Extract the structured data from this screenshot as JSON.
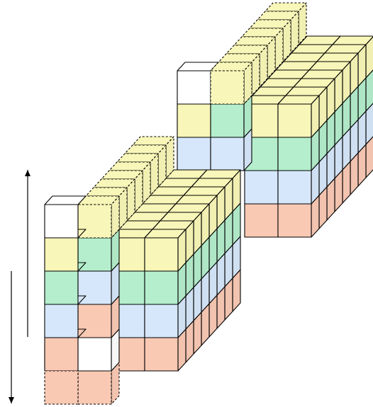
{
  "diagram": {
    "description_free": true,
    "colors": {
      "yellow": "#f8f6b8",
      "green": "#b4eecc",
      "blue": "#d6e7fb",
      "salmon": "#f9c9b4",
      "white": "#ffffff",
      "edge": "#000000"
    },
    "layer_order_bottom_to_top": [
      "salmon",
      "blue",
      "green",
      "yellow"
    ],
    "blocks": [
      {
        "name": "front-block",
        "front_column_colors_bottom_to_top": [
          "salmon",
          "blue",
          "green",
          "yellow",
          "white"
        ],
        "second_column_colors_bottom_to_top": [
          "salmon",
          "white",
          "salmon",
          "blue",
          "green",
          "yellow"
        ],
        "stacked_layers": [
          "salmon",
          "blue",
          "green",
          "yellow"
        ]
      },
      {
        "name": "back-block",
        "front_column_colors_bottom_to_top": [
          "blue",
          "yellow",
          "white"
        ],
        "second_column_colors_bottom_to_top": [
          "blue",
          "green",
          "yellow"
        ],
        "stacked_layers": [
          "salmon",
          "blue",
          "green",
          "yellow"
        ]
      }
    ],
    "arrows": [
      {
        "name": "up-arrow",
        "direction": "up"
      },
      {
        "name": "down-arrow",
        "direction": "down"
      }
    ]
  }
}
